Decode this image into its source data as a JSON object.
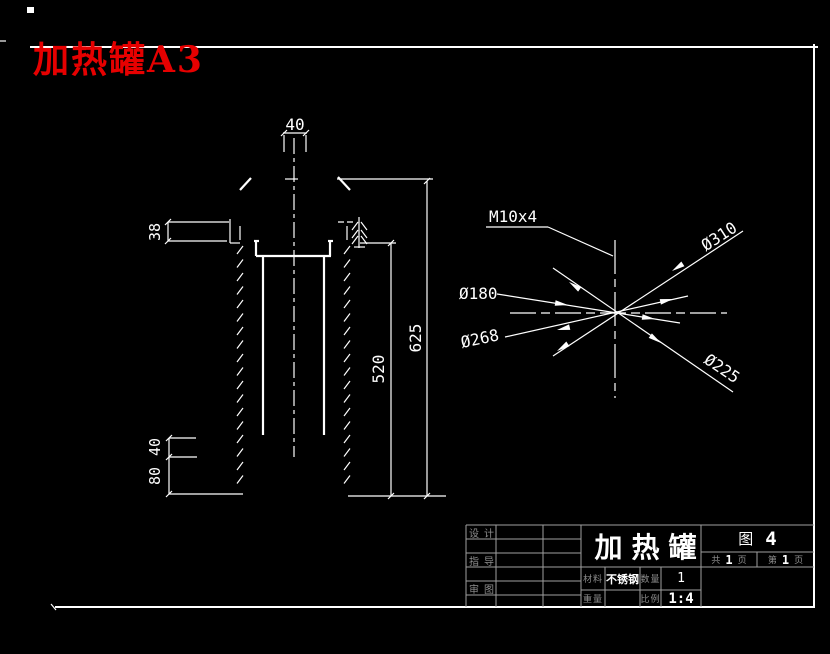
{
  "sheet": {
    "title": "加热罐A3",
    "bg_color": "#000000",
    "line_color": "#ffffff",
    "title_color": "#e60000",
    "grid_color": "#9f9f9f"
  },
  "section_view": {
    "dimensions": {
      "nozzle_width": "40",
      "neck_height": "38",
      "inner_depth": "520",
      "overall_height": "625",
      "bottom_step": "40",
      "bottom_height": "80"
    }
  },
  "flange_view": {
    "thread_callout": "M10x4",
    "diameters": {
      "d310": "Ø310",
      "d180": "Ø180",
      "d268": "Ø268",
      "d225": "Ø225"
    }
  },
  "title_block": {
    "design_label": "设计",
    "guide_label": "指导",
    "review_label": "审图",
    "part_name": "加热罐",
    "figure_label": "图",
    "figure_number": "4",
    "total_label": "共",
    "total_value": "1",
    "total_unit": "页",
    "page_label": "第",
    "page_value": "1",
    "page_unit": "页",
    "material_label": "材料",
    "material_value": "不锈钢",
    "qty_label": "数量",
    "qty_value": "1",
    "weight_label": "重量",
    "weight_value": "",
    "scale_label": "比例",
    "scale_value": "1:4"
  }
}
